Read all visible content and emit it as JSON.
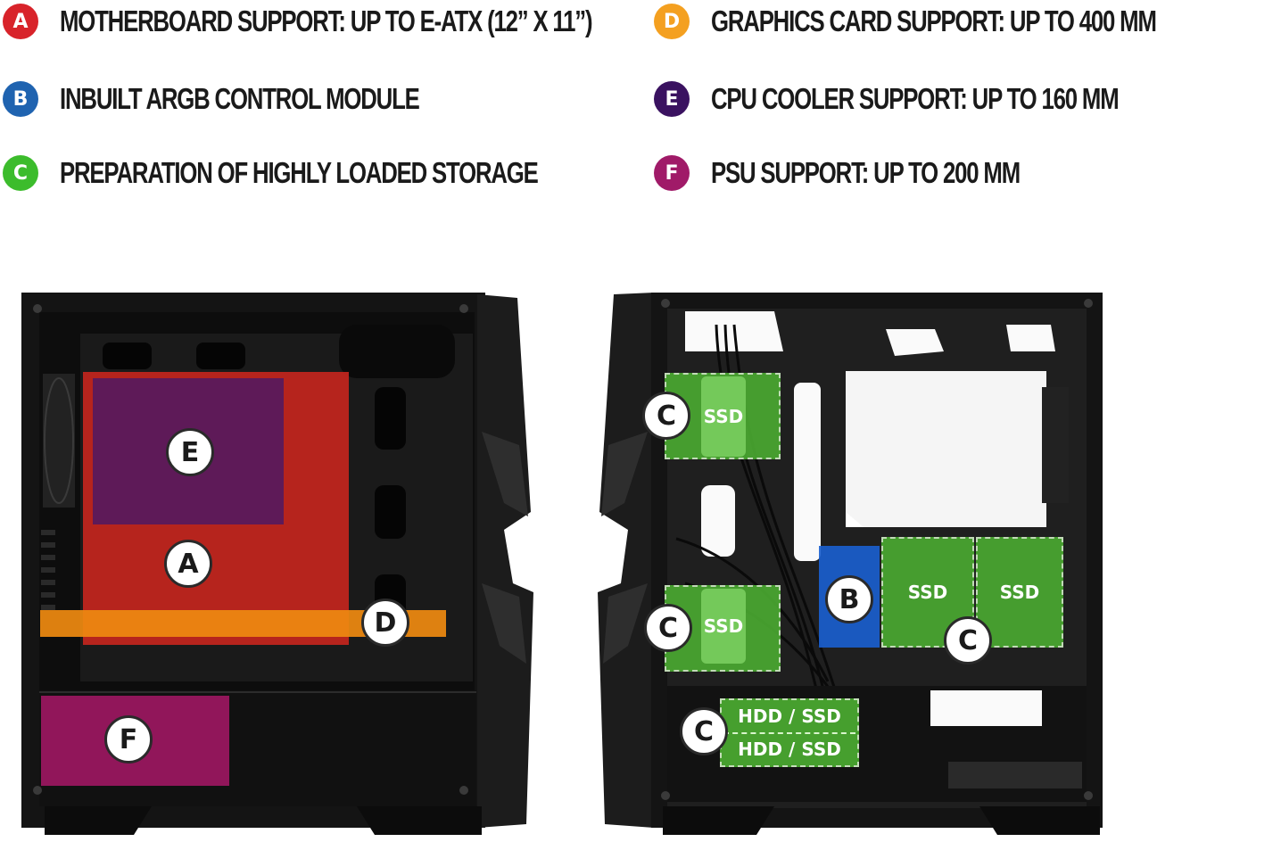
{
  "features": [
    {
      "letter": "A",
      "text": "MOTHERBOARD SUPPORT: UP TO E-ATX (12” X 11”)",
      "color": "#d8232a"
    },
    {
      "letter": "B",
      "text": "INBUILT ARGB CONTROL MODULE",
      "color": "#1f63b0"
    },
    {
      "letter": "C",
      "text": "PREPARATION OF HIGHLY LOADED STORAGE",
      "color": "#3cbc2c"
    },
    {
      "letter": "D",
      "text": "GRAPHICS CARD SUPPORT: UP TO 400 MM",
      "color": "#f4a020"
    },
    {
      "letter": "E",
      "text": "CPU COOLER SUPPORT: UP TO 160 MM",
      "color": "#3a1260"
    },
    {
      "letter": "F",
      "text": "PSU SUPPORT: UP TO 200 MM",
      "color": "#a01a68"
    }
  ],
  "left_case": {
    "markers": {
      "e": "E",
      "a": "A",
      "d": "D",
      "f": "F"
    }
  },
  "right_case": {
    "labels": {
      "ssd": "SSD",
      "hdd_ssd": "HDD / SSD"
    },
    "markers": {
      "c": "C",
      "b": "B"
    }
  }
}
